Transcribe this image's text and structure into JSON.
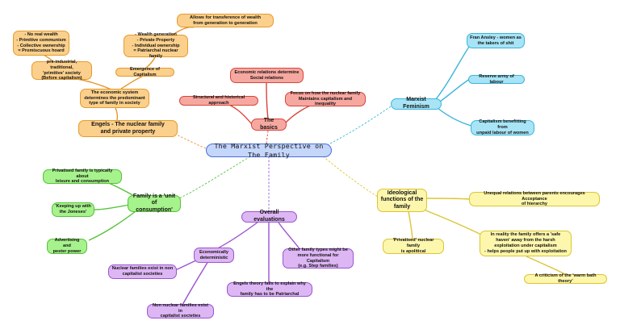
{
  "central": "The Marxist Perspective on The Family",
  "branches": {
    "engels": {
      "label": "Engels - The nuclear family\nand private property",
      "color": "#e8952c",
      "economic_system": "The economic system\ndetermines the predominant\ntype of family in society",
      "preindustrial": "pre-industrial, traditional,\n'primitive' society\n(Before capitalism)",
      "no_real_wealth": "- No real wealth\n- Primitive communism\n- Collective ownership\n= Promiscuous hoard",
      "emergence": "Emergence of Capitalism",
      "wealth_generation": "- Wealth generation\n- Private Property\n- Individual ownership\n= Patriarchal nuclear family",
      "transference": "Allows for transference of wealth\nfrom generation to generation"
    },
    "basics": {
      "label": "The basics",
      "color": "#d7453a",
      "economic_relations": "Economic relations determine\nSocial relations",
      "structural": "Structural and historical approach",
      "focus": "Focus on how the nuclear family\nMaintains capitalism and inequality"
    },
    "feminism": {
      "label": "Marxist Feminism",
      "color": "#3bb5da",
      "ansley": "Fran Ansley - women as\nthe takers of shit",
      "reserve": "Reserve army of labour",
      "unpaid": "Capitalism benefitting from\nunpaid labour of women"
    },
    "consumption": {
      "label": "Family is a 'unit of\nconsumption'",
      "color": "#55c238",
      "privatised": "Privatised family is typically about\nleisure and consumption",
      "joneses": "'Keeping up with\nthe Joneses'",
      "advertising": "Advertising and\npester power"
    },
    "evaluations": {
      "label": "Overall evaluations",
      "color": "#9b54cf",
      "deterministic": "Economically\ndeterministic",
      "non_capitalist": "Nuclear families exist in non\ncapitalist societies",
      "non_nuclear": "Non nuclear families exist in\ncapitalist societies",
      "patriarchal": "Engels theory fails to explain why the\nfamily has to be Patriarchal",
      "other_types": "Other family types might be\nmore functional for Capitalism\n(e.g. Step families)"
    },
    "ideological": {
      "label": "Ideological\nfunctions of the\nfamily",
      "color": "#dcc533",
      "unequal": "Unequal relations between parents encourages Acceptance\nof hierarchy",
      "apolitical": "'Privatised' nuclear family\nis apolitical",
      "safe_haven": "In reality the family offers a 'safe\nhaven' away from the harsh\nexploitation under capitalism\n- helps people put up with exploitation",
      "warm_bath": "A criticism of the 'warm bath theory'"
    }
  }
}
